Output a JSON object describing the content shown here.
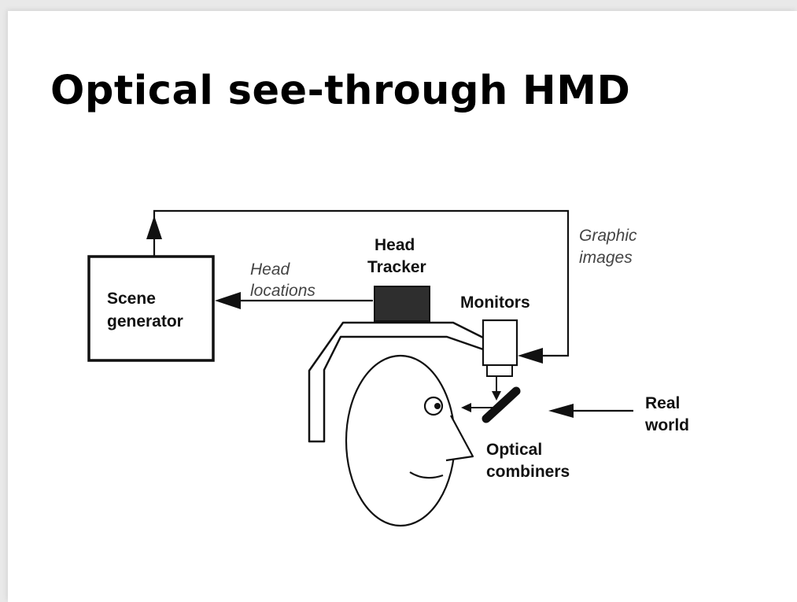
{
  "slide": {
    "title": "Optical see-through HMD"
  },
  "diagram": {
    "scene_generator": [
      "Scene",
      "generator"
    ],
    "head_tracker": [
      "Head",
      "Tracker"
    ],
    "monitors": "Monitors",
    "head_locations": [
      "Head",
      "locations"
    ],
    "graphic_images": [
      "Graphic",
      "images"
    ],
    "real_world": [
      "Real",
      "world"
    ],
    "optical_combiners": [
      "Optical",
      "combiners"
    ]
  }
}
